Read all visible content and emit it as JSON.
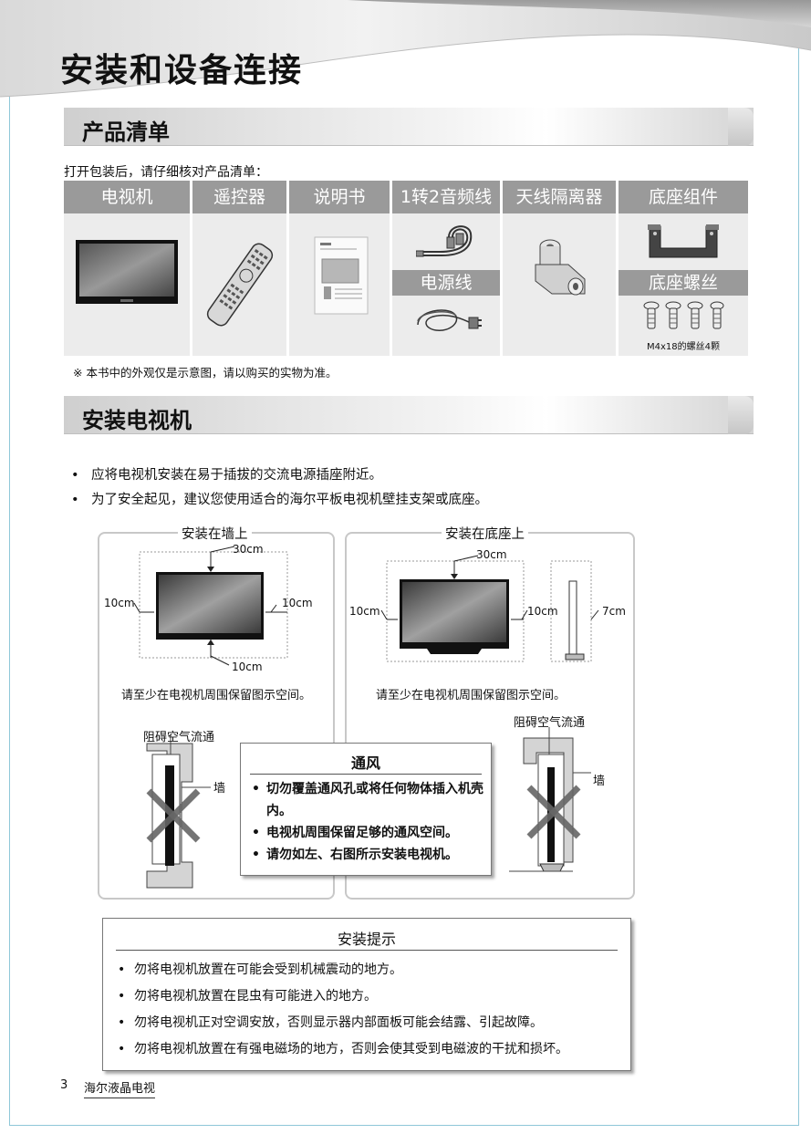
{
  "page_title": "安装和设备连接",
  "sections": {
    "product_list": "产品清单",
    "install_tv": "安装电视机"
  },
  "intro": "打开包装后，请仔细核对产品清单：",
  "products": {
    "tv": "电视机",
    "remote": "遥控器",
    "manual": "说明书",
    "audio_cable": "1转2音频线",
    "power_cord": "电源线",
    "antenna_isolator": "天线隔离器",
    "stand": "底座组件",
    "stand_screws": "底座螺丝",
    "screw_note": "M4x18的螺丝4颗"
  },
  "note": "※ 本书中的外观仅是示意图，请以购买的实物为准。",
  "install_bullets": [
    "应将电视机安装在易于插拔的交流电源插座附近。",
    "为了安全起见，建议您使用适合的海尔平板电视机壁挂支架或底座。"
  ],
  "wall_mount": {
    "label": "安装在墙上",
    "top": "30cm",
    "left": "10cm",
    "right": "10cm",
    "bottom": "10cm",
    "caption": "请至少在电视机周围保留图示空间。",
    "blocked": "阻碍空气流通",
    "wall": "墙"
  },
  "stand_mount": {
    "label": "安装在底座上",
    "top": "30cm",
    "left": "10cm",
    "right": "10cm",
    "side": "7cm",
    "caption": "请至少在电视机周围保留图示空间。",
    "blocked": "阻碍空气流通",
    "wall": "墙"
  },
  "ventilation": {
    "title": "通风",
    "items": [
      "切勿覆盖通风孔或将任何物体插入机壳内。",
      "电视机周围保留足够的通风空间。",
      "请勿如左、右图所示安装电视机。"
    ]
  },
  "tips": {
    "title": "安装提示",
    "items": [
      "勿将电视机放置在可能会受到机械震动的地方。",
      "勿将电视机放置在昆虫有可能进入的地方。",
      "勿将电视机正对空调安放，否则显示器内部面板可能会结露、引起故障。",
      "勿将电视机放置在有强电磁场的地方，否则会使其受到电磁波的干扰和损坏。"
    ]
  },
  "footer": {
    "page_number": "3",
    "brand": "海尔液晶电视"
  }
}
